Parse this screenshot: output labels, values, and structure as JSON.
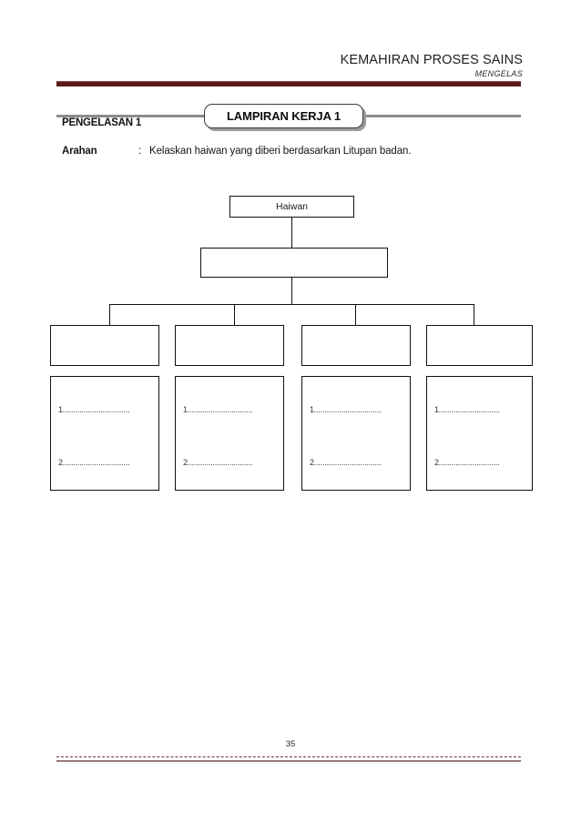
{
  "header": {
    "title": "KEMAHIRAN PROSES SAINS",
    "subtitle": "MENGELAS"
  },
  "section": {
    "label": "PENGELASAN 1",
    "badge": "LAMPIRAN KERJA 1"
  },
  "instruction": {
    "label": "Arahan",
    "separator": ":",
    "text": "Kelaskan haiwan yang diberi berdasarkan Litupan badan."
  },
  "diagram": {
    "type": "tree",
    "root": {
      "label": "Haiwan"
    },
    "middle": {
      "label": ""
    },
    "categories": [
      {
        "label": ""
      },
      {
        "label": ""
      },
      {
        "label": ""
      },
      {
        "label": ""
      }
    ],
    "answer_boxes": [
      {
        "line1": "1................................",
        "line2": "2................................"
      },
      {
        "line1": "1...............................",
        "line2": "2..............................."
      },
      {
        "line1": "1................................",
        "line2": "2................................"
      },
      {
        "line1": "1.............................",
        "line2": "2............................."
      }
    ]
  },
  "footer": {
    "page_number": "35"
  },
  "colors": {
    "header_rule": "#5c1a1a",
    "section_rule": "#8c8c8c",
    "footer_rule": "#9b7a7a",
    "node_border": "#111111"
  }
}
